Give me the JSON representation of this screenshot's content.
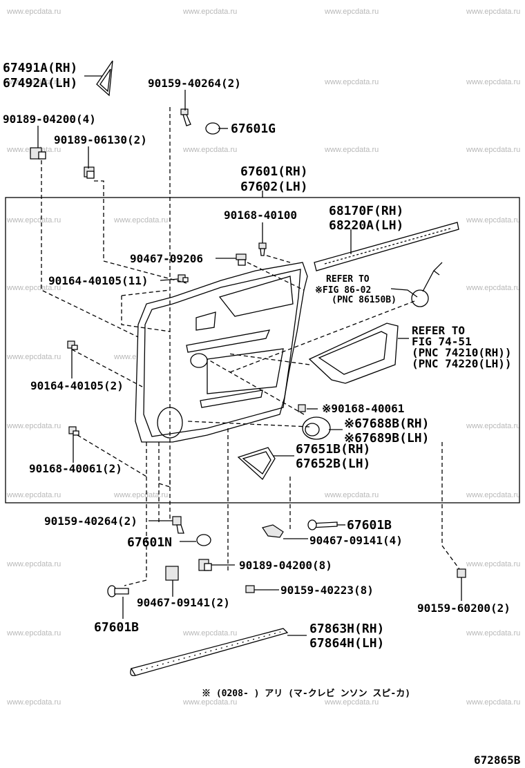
{
  "watermark": "www.epcdata.ru",
  "figure_code": "672865B",
  "footnote": "※ (0208-      ) アリ (マ-クレビ ンソン スピ-カ)",
  "labels": {
    "l67491a": "67491A(RH)",
    "l67492a": "67492A(LH)",
    "l90159_40264_top": "90159-40264(2)",
    "l90189_04200_4": "90189-04200(4)",
    "l67601g": "67601G",
    "l90189_06130": "90189-06130(2)",
    "l67601rh": "67601(RH)",
    "l67602lh": "67602(LH)",
    "l90168_40100": "90168-40100",
    "l68170f": "68170F(RH)",
    "l68220a": "68220A(LH)",
    "l90467_09206": "90467-09206",
    "refer1_a": "REFER TO",
    "refer1_b": "※FIG 86-02",
    "refer1_c": "(PNC 86150B)",
    "l90164_40105_11": "90164-40105(11)",
    "refer2_a": "REFER TO",
    "refer2_b": "FIG 74-51",
    "refer2_c": "(PNC 74210(RH))",
    "refer2_d": "(PNC 74220(LH))",
    "l90164_40105_2": "90164-40105(2)",
    "l90168_40061": "※90168-40061",
    "l67688b": "※67688B(RH)",
    "l67689b": "※67689B(LH)",
    "l67651b": "67651B(RH)",
    "l67652b": "67652B(LH)",
    "l90168_40061_2": "90168-40061(2)",
    "l90159_40264_2": "90159-40264(2)",
    "l67601b_r": "67601B",
    "l67601n": "67601N",
    "l90467_09141_4": "90467-09141(4)",
    "l90189_04200_8": "90189-04200(8)",
    "l90159_40223": "90159-40223(8)",
    "l90467_09141_2": "90467-09141(2)",
    "l90159_60200": "90159-60200(2)",
    "l67601b_l": "67601B",
    "l67863h": "67863H(RH)",
    "l67864h": "67864H(LH)"
  }
}
